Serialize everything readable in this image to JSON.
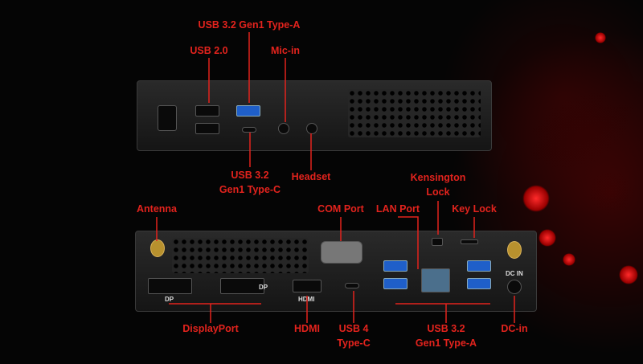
{
  "top_labels": {
    "usb32_type_a": "USB 3.2 Gen1 Type-A",
    "usb20": "USB 2.0",
    "mic_in": "Mic-in",
    "usb32_type_c": [
      "USB 3.2",
      "Gen1 Type-C"
    ],
    "headset": "Headset"
  },
  "bottom_labels": {
    "kensington": [
      "Kensington",
      "Lock"
    ],
    "antenna": "Antenna",
    "com_port": "COM Port",
    "lan_port": "LAN Port",
    "key_lock": "Key Lock",
    "displayport": "DisplayPort",
    "hdmi": "HDMI",
    "usb4": [
      "USB 4",
      "Type-C"
    ],
    "usb32_type_a": [
      "USB 3.2",
      "Gen1 Type-A"
    ],
    "dc_in": "DC-in"
  },
  "device_print": {
    "dp1": "DP",
    "dp2": "DP",
    "hdmi": "HDMI",
    "dc_in": "DC IN"
  },
  "colors": {
    "accent": "#e3231d",
    "background": "#050505",
    "usb3": "#1f5fc9"
  }
}
